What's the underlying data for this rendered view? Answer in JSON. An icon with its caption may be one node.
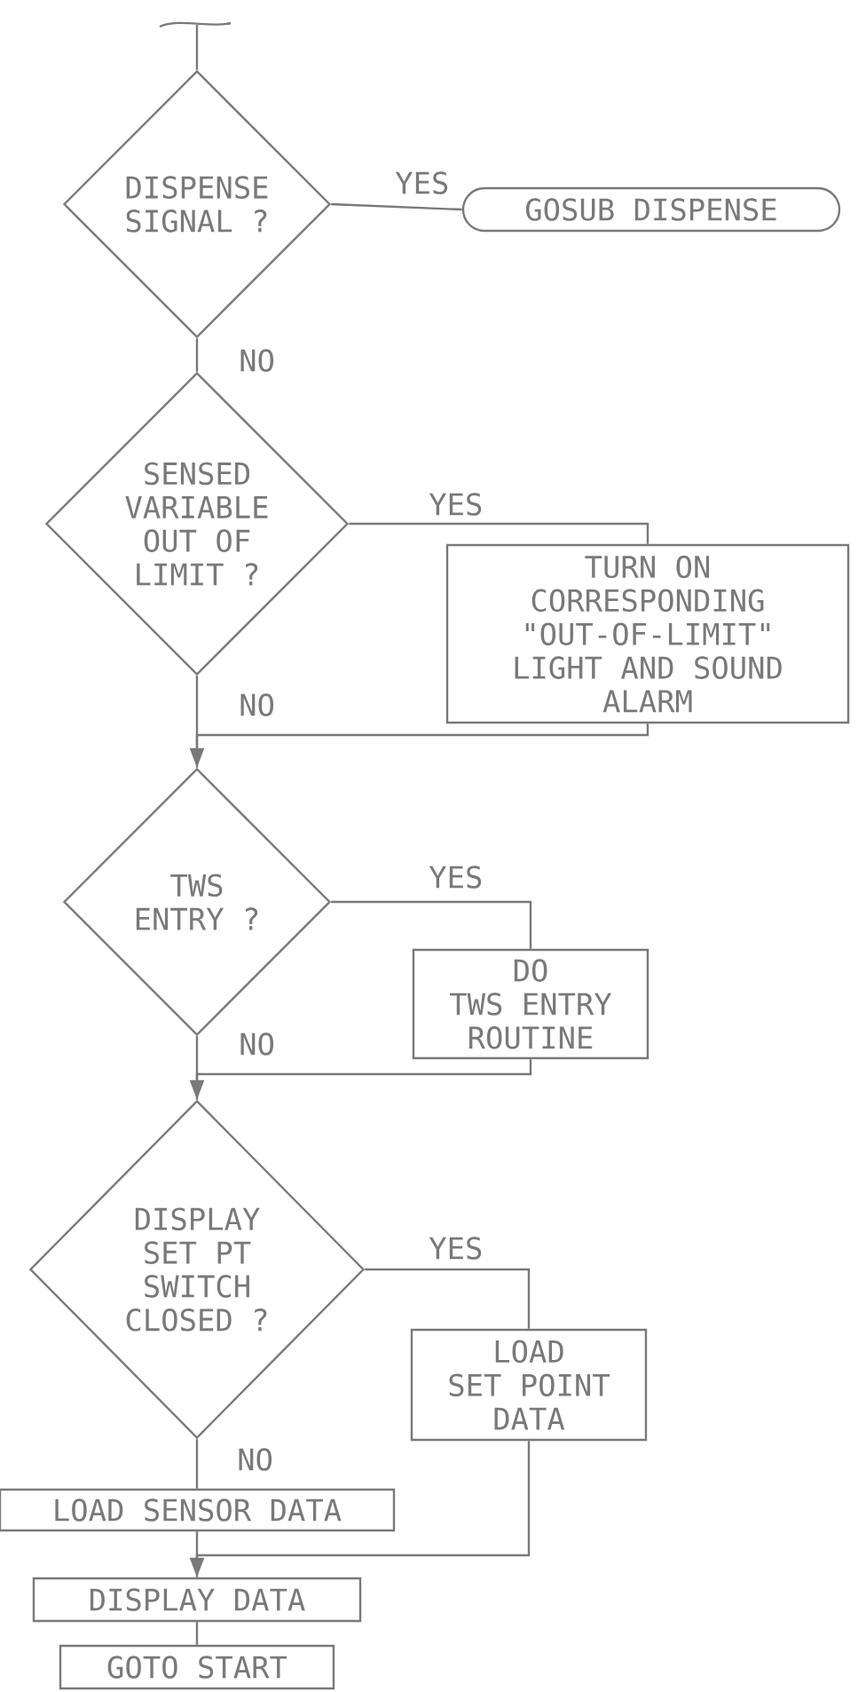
{
  "diagram": {
    "nodes": [
      {
        "text": [
          "DISPENSE SIGNAL ?"
        ]
      },
      {
        "text": [
          "GOSUB DISPENSE"
        ]
      },
      {
        "text": [
          "SENSED VARIABLE OUT OF LIMIT ?"
        ]
      },
      {
        "text": [
          "TURN ON CORRESPONDING \"OUT-OF-LIMIT\" LIGHT AND SOUND ALARM"
        ]
      },
      {
        "text": [
          "TWS ENTRY ?"
        ]
      },
      {
        "text": [
          "DO TWS ENTRY ROUTINE"
        ]
      },
      {
        "text": [
          "DISPLAY SET PT SWITCH CLOSED ?"
        ]
      },
      {
        "text": [
          "LOAD SET POINT DATA"
        ]
      },
      {
        "text": [
          "LOAD SENSOR DATA"
        ]
      },
      {
        "text": [
          "DISPLAY DATA"
        ]
      },
      {
        "text": [
          "GOTO START"
        ]
      }
    ],
    "edges": [
      {
        "from": null,
        "to": 0,
        "arrow": "none"
      },
      {
        "from": 0,
        "to": 1,
        "arrow": "none",
        "label": "YES"
      },
      {
        "from": 0,
        "to": 2,
        "arrow": "none",
        "label": "NO"
      },
      {
        "from": 2,
        "to": 3,
        "arrow": "none",
        "label": "YES"
      },
      {
        "from": 2,
        "to": 4,
        "arrow": "none",
        "label": "NO"
      },
      {
        "from": 3,
        "to": 4,
        "arrow": "to"
      },
      {
        "from": 4,
        "to": 5,
        "arrow": "none",
        "label": "YES"
      },
      {
        "from": 4,
        "to": 6,
        "arrow": "none",
        "label": "NO"
      },
      {
        "from": 5,
        "to": 6,
        "arrow": "to"
      },
      {
        "from": 6,
        "to": 7,
        "arrow": "none",
        "label": "YES"
      },
      {
        "from": 6,
        "to": 8,
        "arrow": "none",
        "label": "NO"
      },
      {
        "from": 7,
        "to": 9,
        "arrow": "to"
      },
      {
        "from": 8,
        "to": 9,
        "arrow": "none"
      },
      {
        "from": 9,
        "to": 10,
        "arrow": "none"
      }
    ]
  }
}
